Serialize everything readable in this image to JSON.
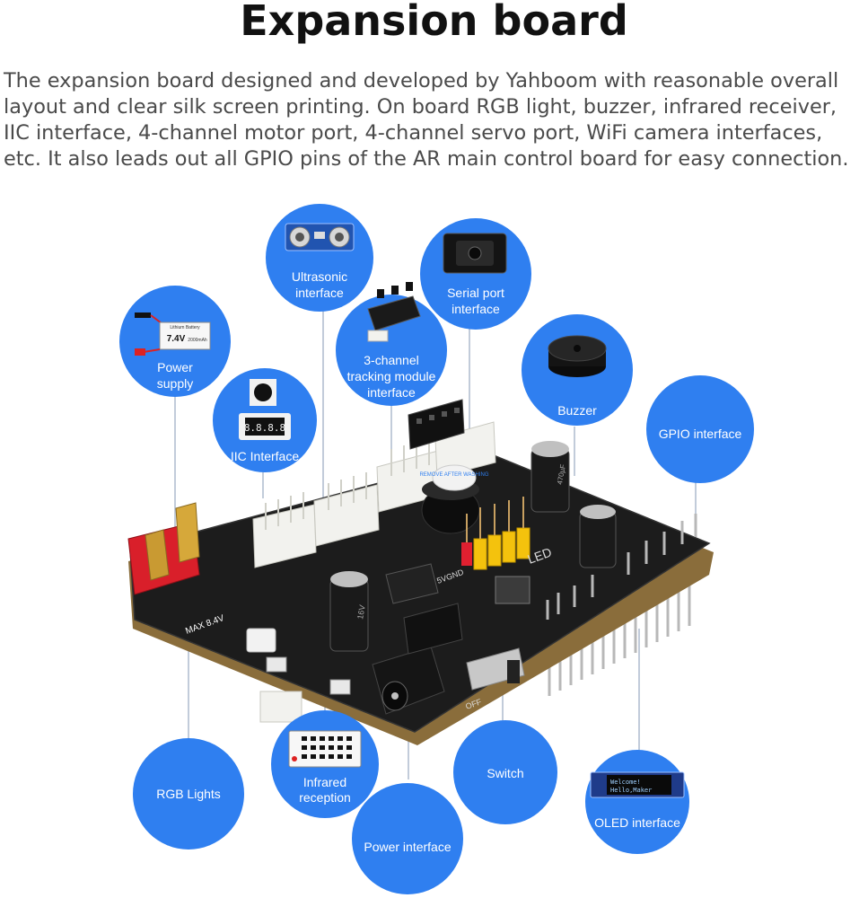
{
  "title": "Expansion board",
  "description": "The expansion board designed and developed by Yahboom with reasonable overall layout and clear silk screen printing. On board RGB light, buzzer, infrared receiver, IIC interface, 4-channel motor port, 4-channel servo port, WiFi camera interfaces, etc. It also leads out all GPIO pins of the AR main control board for easy connection.",
  "colors": {
    "bubble": "#2f7ff0",
    "board": "#1c1c1c",
    "connector": "#f2f2ee",
    "power_plug": "#d91f2a"
  },
  "callouts": [
    {
      "id": "ultrasonic",
      "lines": [
        "Ultrasonic",
        "interface"
      ],
      "icon": "ultrasonic-sensor-icon"
    },
    {
      "id": "serial-port",
      "lines": [
        "Serial port",
        "interface"
      ],
      "icon": "camera-module-icon"
    },
    {
      "id": "power-supply",
      "lines": [
        "Power",
        "supply"
      ],
      "icon": "battery-icon",
      "battery_voltage": "7.4V",
      "battery_brand": "Lithium Battery",
      "battery_capacity": "2000mAh"
    },
    {
      "id": "tracking",
      "lines": [
        "3-channel",
        "tracking module",
        "interface"
      ],
      "icon": "tracking-module-icon"
    },
    {
      "id": "buzzer",
      "lines": [
        "Buzzer"
      ],
      "icon": "buzzer-icon"
    },
    {
      "id": "iic",
      "lines": [
        "IIC Interface"
      ],
      "icon": "iic-display-icon",
      "display_text": "8.8.8.8"
    },
    {
      "id": "gpio",
      "lines": [
        "GPIO interface"
      ],
      "icon": ""
    },
    {
      "id": "rgb",
      "lines": [
        "RGB Lights"
      ],
      "icon": ""
    },
    {
      "id": "infrared",
      "lines": [
        "Infrared",
        "reception"
      ],
      "icon": "remote-control-icon"
    },
    {
      "id": "switch",
      "lines": [
        "Switch"
      ],
      "icon": ""
    },
    {
      "id": "power-interface",
      "lines": [
        "Power interface"
      ],
      "icon": ""
    },
    {
      "id": "oled",
      "lines": [
        "OLED interface"
      ],
      "icon": "oled-screen-icon",
      "screen_lines": [
        "Welcome!",
        "Hello,Maker"
      ]
    }
  ],
  "board_silkscreen": {
    "max_voltage": "MAX 8.4V",
    "sticker": "REMOVE AFTER WASHING",
    "led_label": "LED",
    "gnd_label": "5VGND",
    "off_label": "OFF",
    "cap_large": "470µF",
    "cap_small": "16V"
  }
}
